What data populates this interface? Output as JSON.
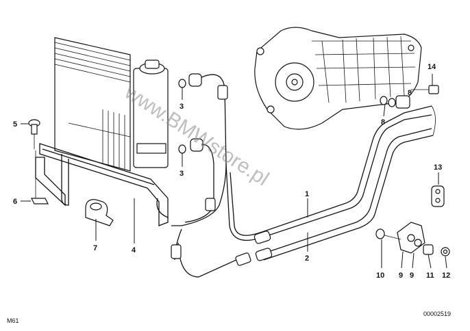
{
  "watermark": "www.BMWstore.pl",
  "footer": {
    "left_code": "M61",
    "right_code": "00002519"
  },
  "callouts": {
    "c1": "1",
    "c2": "2",
    "c3a": "3",
    "c3b": "3",
    "c4": "4",
    "c5": "5",
    "c6": "6",
    "c7": "7",
    "c8a": "8",
    "c8b": "8",
    "c9a": "9",
    "c9b": "9",
    "c10": "10",
    "c11": "11",
    "c12": "12",
    "c13": "13",
    "c14": "14"
  }
}
